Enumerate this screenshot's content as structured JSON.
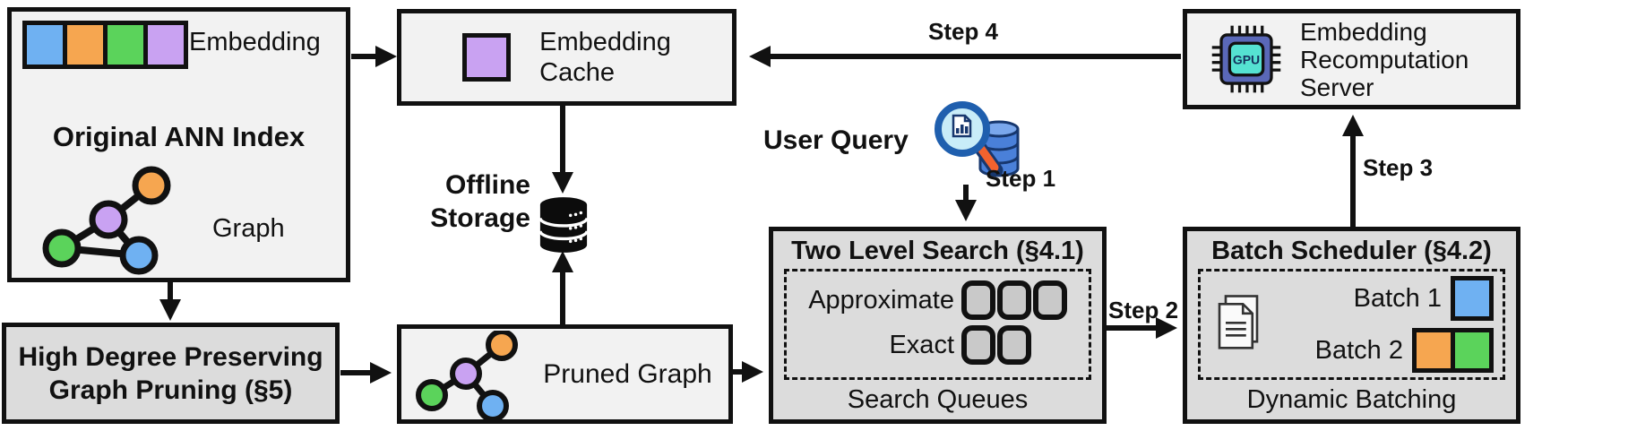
{
  "colors": {
    "light_box": "#f2f2f2",
    "dark_box": "#dcdcdc",
    "queue_fill": "#c9c9c9",
    "blue": "#6fb1f2",
    "orange": "#f6a650",
    "green": "#5bd35b",
    "purple": "#c9a2f2",
    "chip_body": "#5a68b8",
    "chip_core": "#55e2d2",
    "ink": "#111111"
  },
  "ann_index": {
    "title": "Original ANN Index",
    "embedding_label": "Embedding",
    "graph_label": "Graph"
  },
  "graph_pruning": {
    "line1": "High Degree Preserving",
    "line2": "Graph Pruning (§5)"
  },
  "embedding_cache": {
    "line1": "Embedding",
    "line2": "Cache"
  },
  "offline_storage": {
    "line1": "Offline",
    "line2": "Storage"
  },
  "pruned_graph": {
    "label": "Pruned Graph"
  },
  "user_query": {
    "label": "User Query"
  },
  "two_level_search": {
    "title": "Two Level Search (§4.1)",
    "approximate_label": "Approximate",
    "exact_label": "Exact",
    "approximate_queue_count": 3,
    "exact_queue_count": 2,
    "footer": "Search Queues"
  },
  "batch_scheduler": {
    "title": "Batch Scheduler (§4.2)",
    "batch1_label": "Batch 1",
    "batch2_label": "Batch 2",
    "footer": "Dynamic Batching"
  },
  "recomputation_server": {
    "line1": "Embedding",
    "line2": "Recomputation",
    "line3": "Server",
    "chip_label": "GPU"
  },
  "steps": {
    "step1": "Step 1",
    "step2": "Step 2",
    "step3": "Step 3",
    "step4": "Step 4"
  }
}
